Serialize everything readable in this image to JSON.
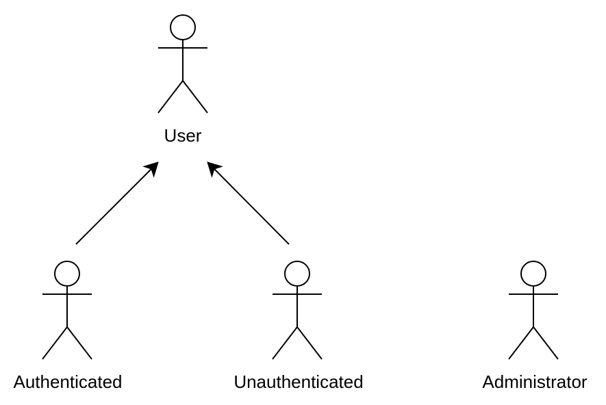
{
  "diagram": {
    "type": "use-case-actors",
    "actors": [
      {
        "id": "user",
        "label": "User"
      },
      {
        "id": "authenticated",
        "label": "Authenticated"
      },
      {
        "id": "unauthenticated",
        "label": "Unauthenticated"
      },
      {
        "id": "administrator",
        "label": "Administrator"
      }
    ],
    "relations": [
      {
        "from": "authenticated",
        "to": "user",
        "kind": "generalization"
      },
      {
        "from": "unauthenticated",
        "to": "user",
        "kind": "generalization"
      }
    ],
    "colors": {
      "stroke": "#000000",
      "background": "#ffffff"
    }
  }
}
